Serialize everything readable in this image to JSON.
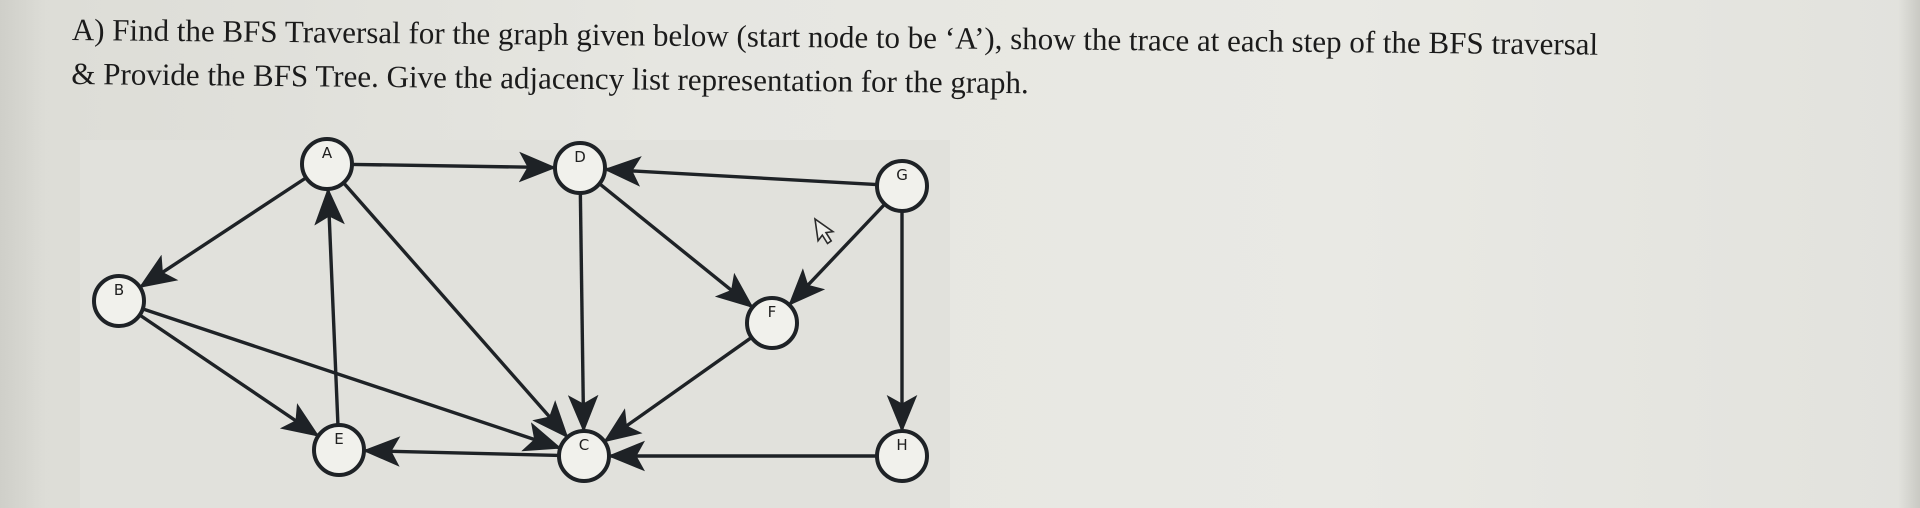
{
  "question": {
    "line1": "A) Find the BFS Traversal for the graph given below (start node to be ‘A’), show the trace at each step of the BFS traversal",
    "line2": "& Provide the BFS Tree. Give the adjacency list representation for the graph."
  },
  "graph": {
    "nodes": [
      {
        "id": "A",
        "label": "A"
      },
      {
        "id": "D",
        "label": "D"
      },
      {
        "id": "G",
        "label": "G"
      },
      {
        "id": "B",
        "label": "B"
      },
      {
        "id": "F",
        "label": "F"
      },
      {
        "id": "E",
        "label": "E"
      },
      {
        "id": "C",
        "label": "C"
      },
      {
        "id": "H",
        "label": "H"
      }
    ],
    "edges": [
      {
        "from": "A",
        "to": "D"
      },
      {
        "from": "A",
        "to": "B"
      },
      {
        "from": "A",
        "to": "C"
      },
      {
        "from": "G",
        "to": "D"
      },
      {
        "from": "G",
        "to": "F"
      },
      {
        "from": "G",
        "to": "H"
      },
      {
        "from": "D",
        "to": "F"
      },
      {
        "from": "D",
        "to": "C"
      },
      {
        "from": "B",
        "to": "E"
      },
      {
        "from": "B",
        "to": "C"
      },
      {
        "from": "E",
        "to": "A"
      },
      {
        "from": "F",
        "to": "C"
      },
      {
        "from": "C",
        "to": "E"
      },
      {
        "from": "H",
        "to": "C"
      }
    ]
  },
  "icons": {
    "cursor": "mouse-pointer-icon"
  }
}
